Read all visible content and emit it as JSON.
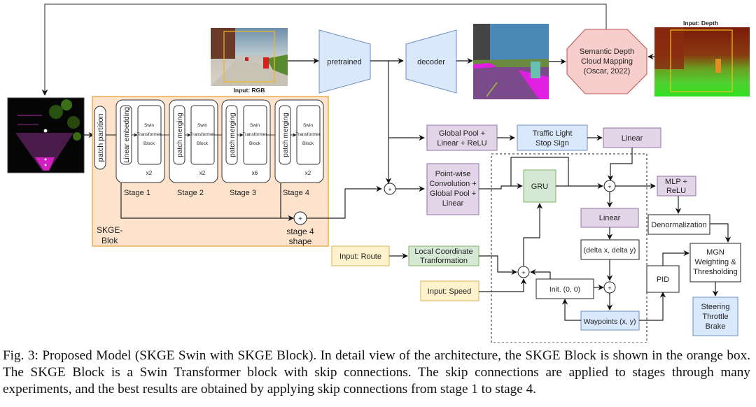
{
  "inputs": {
    "rgb_label": "Input: RGB",
    "depth_label": "Input: Depth",
    "route_label": "Input: Route",
    "speed_label": "Input: Speed"
  },
  "encoder": {
    "pretrained_label": "pretrained",
    "decoder_label": "decoder",
    "sdc_line1": "Semantic Depth",
    "sdc_line2": "Cloud Mapping",
    "sdc_line3": "(Oscar, 2022)"
  },
  "skge_block": {
    "title_line1": "SKGE-",
    "title_line2": "Blok",
    "patch_partition": "patch partition",
    "stages": [
      {
        "name": "Stage 1",
        "first": "Linear embedding",
        "block": [
          "Swin",
          "Transformer",
          "Block"
        ],
        "repeat": "x2"
      },
      {
        "name": "Stage 2",
        "first": "patch merging",
        "block": [
          "Swin",
          "Transformer",
          "Block"
        ],
        "repeat": "x2"
      },
      {
        "name": "Stage 3",
        "first": "patch merging",
        "block": [
          "Swin",
          "Transformer",
          "Block"
        ],
        "repeat": "x6"
      },
      {
        "name": "Stage 4",
        "first": "patch merging",
        "block": [
          "Swin",
          "Transformer",
          "Block"
        ],
        "repeat": "x2"
      }
    ],
    "skip_label_line1": "stage 4",
    "skip_label_line2": "shape",
    "plus": "+"
  },
  "heads": {
    "gp_line1": "Global Pool +",
    "gp_line2": "Linear + ReLU",
    "tl_line1": "Traffic Light",
    "tl_line2": "Stop Sign",
    "linear_top": "Linear",
    "pw_line1": "Point-wise",
    "pw_line2": "Convolution +",
    "pw_line3": "Global Pool +",
    "pw_line4": "Linear",
    "gru": "GRU",
    "linear_mid": "Linear",
    "delta": "(delta x, delta y)",
    "init": "Init. (0, 0)",
    "waypoints": "Waypoints (x, y)",
    "lct_line1": "Local Coordinate",
    "lct_line2": "Tranformation",
    "mlp_line1": "MLP +",
    "mlp_line2": "ReLU",
    "denorm": "Denormalization",
    "pid": "PID",
    "mgn_line1": "MGN",
    "mgn_line2": "Weighting &",
    "mgn_line3": "Thresholding",
    "out_line1": "Steering",
    "out_line2": "Throttle",
    "out_line3": "Brake"
  },
  "colors": {
    "purple_fill": "#e1d5e7",
    "purple_stroke": "#9673a6",
    "blue_fill": "#dae8fc",
    "blue_stroke": "#6c8ebf",
    "green_fill": "#d5e8d4",
    "green_stroke": "#82b366",
    "yellow_fill": "#fff2cc",
    "yellow_stroke": "#d6b656",
    "orange_fill": "#fde3cc",
    "orange_stroke": "#e8a33a",
    "red_fill": "#f8cecc",
    "red_stroke": "#b85450"
  },
  "caption": "Fig. 3: Proposed Model (SKGE Swin with SKGE Block). In detail view of the architecture, the SKGE Block is shown in the orange box. The SKGE Block is a Swin Transformer block with skip connections. The skip connections are applied to stages through many experiments, and the best results are obtained by applying skip connections from stage 1 to stage 4."
}
